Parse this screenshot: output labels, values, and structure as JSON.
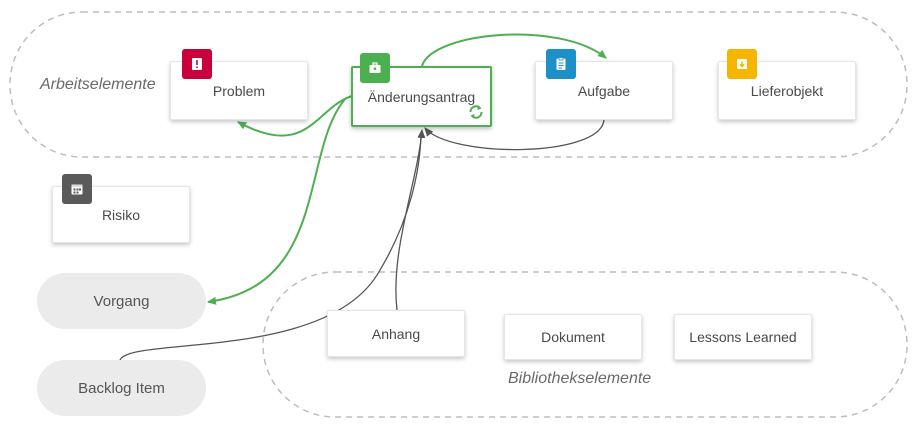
{
  "regions": {
    "work_items_label": "Arbeitselemente",
    "library_items_label": "Bibliothekselemente"
  },
  "cards": {
    "problem": {
      "label": "Problem",
      "icon": "alert-icon",
      "color": "#c8003c"
    },
    "change_request": {
      "label": "Änderungsantrag",
      "icon": "briefcase-icon",
      "color": "#4caf50"
    },
    "task": {
      "label": "Aufgabe",
      "icon": "clipboard-icon",
      "color": "#1e90c8"
    },
    "deliverable": {
      "label": "Lieferobjekt",
      "icon": "box-icon",
      "color": "#f6b500"
    },
    "risk": {
      "label": "Risiko",
      "icon": "calendar-icon",
      "color": "#5a5a5a"
    },
    "attachment": {
      "label": "Anhang"
    },
    "document": {
      "label": "Dokument"
    },
    "lessons_learned": {
      "label": "Lessons Learned"
    }
  },
  "pills": {
    "issue": "Vorgang",
    "backlog_item": "Backlog Item"
  },
  "colors": {
    "accent_green": "#4caf50",
    "connector_dark": "#444444",
    "dashed_border": "#bdbdbd"
  }
}
